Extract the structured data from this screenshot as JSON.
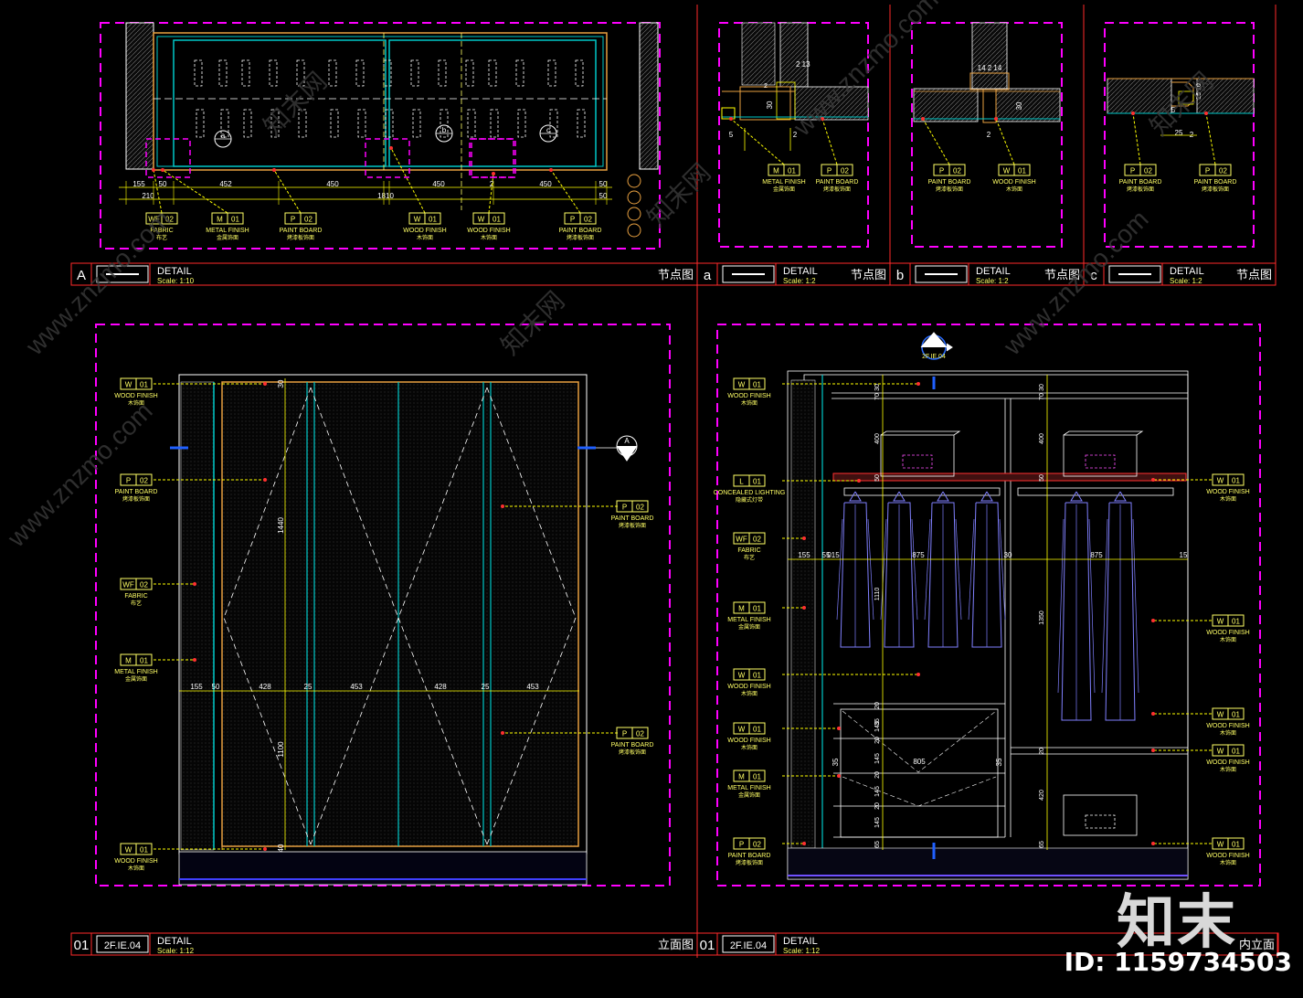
{
  "colors": {
    "background": "#000000",
    "frame": "#ff2a2a",
    "detail_box": "#ff00ff",
    "dimension": "#ffff00",
    "material": "#ffff66",
    "cabinet": "#e8a040",
    "glass": "#00c8c8",
    "hanger": "#8080ff",
    "marker": "#2060ff",
    "white": "#ffffff"
  },
  "title_bars": [
    {
      "id": "A",
      "code": "A",
      "title": "DETAIL",
      "scale": "Scale: 1:10",
      "label": "节点图"
    },
    {
      "id": "a",
      "code": "a",
      "title": "DETAIL",
      "scale": "Scale: 1:2",
      "label": "节点图"
    },
    {
      "id": "b",
      "code": "b",
      "title": "DETAIL",
      "scale": "Scale: 1:2",
      "label": "节点图"
    },
    {
      "id": "c",
      "code": "c",
      "title": "DETAIL",
      "scale": "Scale: 1:2",
      "label": "节点图"
    },
    {
      "id": "01a",
      "code": "01",
      "sheet": "2F.IE.04",
      "title": "DETAIL",
      "scale": "Scale: 1:12",
      "label": "立面图"
    },
    {
      "id": "01b",
      "code": "01",
      "sheet": "2F.IE.04",
      "title": "DETAIL",
      "scale": "Scale: 1:12",
      "label": "内立面"
    }
  ],
  "plan_a": {
    "dims_row1": [
      "155",
      "50",
      "452",
      "450",
      "450",
      "2",
      "450",
      "50"
    ],
    "dims_row2": [
      "210",
      "1810",
      "50"
    ],
    "callouts": [
      "a",
      "b",
      "c"
    ],
    "tags": [
      {
        "code": "WF",
        "num": "02",
        "en": "FABRIC",
        "cn": "布艺"
      },
      {
        "code": "M",
        "num": "01",
        "en": "METAL FINISH",
        "cn": "金属饰面"
      },
      {
        "code": "P",
        "num": "02",
        "en": "PAINT BOARD",
        "cn": "烤漆板饰面"
      },
      {
        "code": "W",
        "num": "01",
        "en": "WOOD FINISH",
        "cn": "木饰面"
      },
      {
        "code": "W",
        "num": "01",
        "en": "WOOD FINISH",
        "cn": "木饰面"
      },
      {
        "code": "P",
        "num": "02",
        "en": "PAINT BOARD",
        "cn": "烤漆板饰面"
      }
    ]
  },
  "detail_a": {
    "dims": [
      "2",
      "13",
      "2",
      "30",
      "5",
      "2"
    ],
    "tags": [
      {
        "code": "M",
        "num": "01",
        "en": "METAL FINISH",
        "cn": "金属饰面"
      },
      {
        "code": "P",
        "num": "02",
        "en": "PAINT BOARD",
        "cn": "烤漆板饰面"
      }
    ]
  },
  "detail_b": {
    "dims": [
      "14",
      "2",
      "14",
      "30",
      "2"
    ],
    "tags": [
      {
        "code": "P",
        "num": "02",
        "en": "PAINT BOARD",
        "cn": "烤漆板饰面"
      },
      {
        "code": "W",
        "num": "01",
        "en": "WOOD FINISH",
        "cn": "木饰面"
      }
    ]
  },
  "detail_c": {
    "dims": [
      "25",
      "10",
      "5",
      "25",
      "2"
    ],
    "tags": [
      {
        "code": "P",
        "num": "02",
        "en": "PAINT BOARD",
        "cn": "烤漆板饰面"
      },
      {
        "code": "P",
        "num": "02",
        "en": "PAINT BOARD",
        "cn": "烤漆板饰面"
      }
    ]
  },
  "elevation_01": {
    "section_mark": "A",
    "dims_h": [
      "155",
      "50",
      "428",
      "25",
      "453",
      "428",
      "25",
      "453"
    ],
    "dims_v": [
      "30",
      "1440",
      "1100",
      "40"
    ],
    "tags_left": [
      {
        "code": "W",
        "num": "01",
        "en": "WOOD FINISH",
        "cn": "木饰面"
      },
      {
        "code": "P",
        "num": "02",
        "en": "PAINT BOARD",
        "cn": "烤漆板饰面"
      },
      {
        "code": "WF",
        "num": "02",
        "en": "FABRIC",
        "cn": "布艺"
      },
      {
        "code": "M",
        "num": "01",
        "en": "METAL FINISH",
        "cn": "金属饰面"
      },
      {
        "code": "W",
        "num": "01",
        "en": "WOOD FINISH",
        "cn": "木饰面"
      }
    ],
    "tags_right": [
      {
        "code": "P",
        "num": "02",
        "en": "PAINT BOARD",
        "cn": "烤漆板饰面"
      },
      {
        "code": "P",
        "num": "02",
        "en": "PAINT BOARD",
        "cn": "烤漆板饰面"
      }
    ]
  },
  "interior_01": {
    "section_mark": "2F.IE.04",
    "dims_h": [
      "155",
      "55",
      "015",
      "875",
      "30",
      "875",
      "15"
    ],
    "dims_v_left": [
      "30",
      "70",
      "400",
      "50",
      "1110",
      "20",
      "35",
      "145",
      "20",
      "145",
      "20",
      "145",
      "20",
      "145",
      "65"
    ],
    "dims_v_right": [
      "30",
      "70",
      "400",
      "50",
      "1350",
      "20",
      "420",
      "65"
    ],
    "drawer_width": "805",
    "drawer_side": "35",
    "tags_left": [
      {
        "code": "W",
        "num": "01",
        "en": "WOOD FINISH",
        "cn": "木饰面"
      },
      {
        "code": "L",
        "num": "01",
        "en": "CONCEALED LIGHTING",
        "cn": "隐藏式灯带"
      },
      {
        "code": "WF",
        "num": "02",
        "en": "FABRIC",
        "cn": "布艺"
      },
      {
        "code": "M",
        "num": "01",
        "en": "METAL FINISH",
        "cn": "金属饰面"
      },
      {
        "code": "W",
        "num": "01",
        "en": "WOOD FINISH",
        "cn": "木饰面"
      },
      {
        "code": "W",
        "num": "01",
        "en": "WOOD FINISH",
        "cn": "木饰面"
      },
      {
        "code": "M",
        "num": "01",
        "en": "METAL FINISH",
        "cn": "金属饰面"
      },
      {
        "code": "P",
        "num": "02",
        "en": "PAINT BOARD",
        "cn": "烤漆板饰面"
      }
    ],
    "tags_right": [
      {
        "code": "W",
        "num": "01",
        "en": "WOOD FINISH",
        "cn": "木饰面"
      },
      {
        "code": "W",
        "num": "01",
        "en": "WOOD FINISH",
        "cn": "木饰面"
      },
      {
        "code": "W",
        "num": "01",
        "en": "WOOD FINISH",
        "cn": "木饰面"
      },
      {
        "code": "W",
        "num": "01",
        "en": "WOOD FINISH",
        "cn": "木饰面"
      },
      {
        "code": "W",
        "num": "01",
        "en": "WOOD FINISH",
        "cn": "木饰面"
      }
    ]
  },
  "watermark": {
    "brand": "知末",
    "id": "ID: 1159734503",
    "site": "www.znzmo.com",
    "cn": "知末网"
  }
}
